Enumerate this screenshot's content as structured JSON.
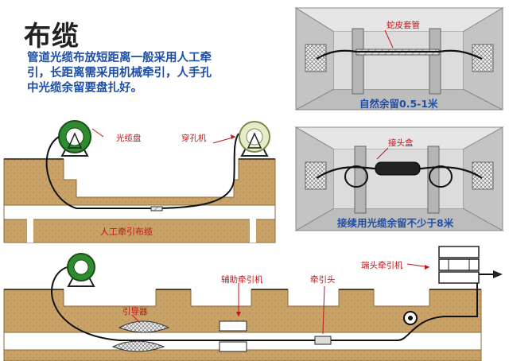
{
  "title": "布缆",
  "description": [
    "管道光缆布放短距离一般采用人工牵",
    "引，长距离需采用机械牵引，人手孔",
    "中光缆余留要盘扎好。"
  ],
  "panel_top": {
    "label": "蛇皮套管",
    "caption": "自然余留0.5-1米"
  },
  "panel_middle": {
    "label": "接头盒",
    "caption": "接续用光缆余留不少于8米"
  },
  "manual_section": {
    "reel_label": "光缆盘",
    "winch_label": "穿孔机",
    "caption": "人工牵引布缆"
  },
  "mechanical_section": {
    "guide_label": "引导器",
    "aux_label": "辅助牵引机",
    "head_label": "牵引头",
    "end_label": "端头牵引机"
  },
  "colors": {
    "soil": "#c9a268",
    "soil_dark": "#8a6a3c",
    "reel": "#2e8b2e",
    "text_blue": "#1d4fa8",
    "text_red": "#c0141b",
    "panel": "#d8d8d8"
  }
}
